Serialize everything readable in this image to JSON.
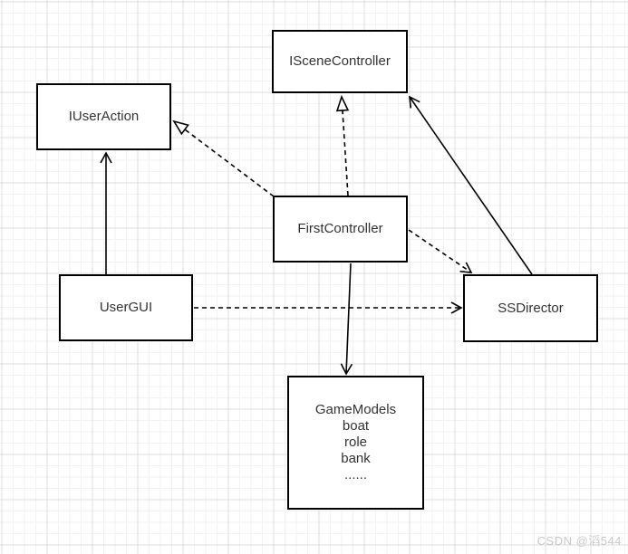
{
  "colors": {
    "background": "#ffffff",
    "grid_minor": "#f2f2f2",
    "grid_major": "#dcdcdc",
    "node_border": "#000000",
    "node_fill": "#ffffff",
    "node_text": "#333333",
    "edge_stroke": "#000000",
    "watermark_text_color": "#c9c9c9"
  },
  "nodes": {
    "iscenecontroller": {
      "label": "ISceneController"
    },
    "iuseraction": {
      "label": "IUserAction"
    },
    "firstcontroller": {
      "label": "FirstController"
    },
    "usergui": {
      "label": "UserGUI"
    },
    "ssdirector": {
      "label": "SSDirector"
    },
    "gamemodels": {
      "title": "GameModels",
      "items": [
        "boat",
        "role",
        "bank",
        "......"
      ]
    }
  },
  "edges": [
    {
      "from": "UserGUI",
      "to": "IUserAction",
      "line": "solid",
      "arrow": "open"
    },
    {
      "from": "FirstController",
      "to": "IUserAction",
      "line": "dashed",
      "arrow": "hollow-triangle"
    },
    {
      "from": "FirstController",
      "to": "ISceneController",
      "line": "dashed",
      "arrow": "hollow-triangle"
    },
    {
      "from": "FirstController",
      "to": "SSDirector",
      "line": "dashed",
      "arrow": "open"
    },
    {
      "from": "UserGUI",
      "to": "SSDirector",
      "line": "dashed",
      "arrow": "open"
    },
    {
      "from": "SSDirector",
      "to": "ISceneController",
      "line": "solid",
      "arrow": "open"
    },
    {
      "from": "FirstController",
      "to": "GameModels",
      "line": "solid",
      "arrow": "open"
    }
  ],
  "watermark": {
    "text": "CSDN @滔544"
  }
}
